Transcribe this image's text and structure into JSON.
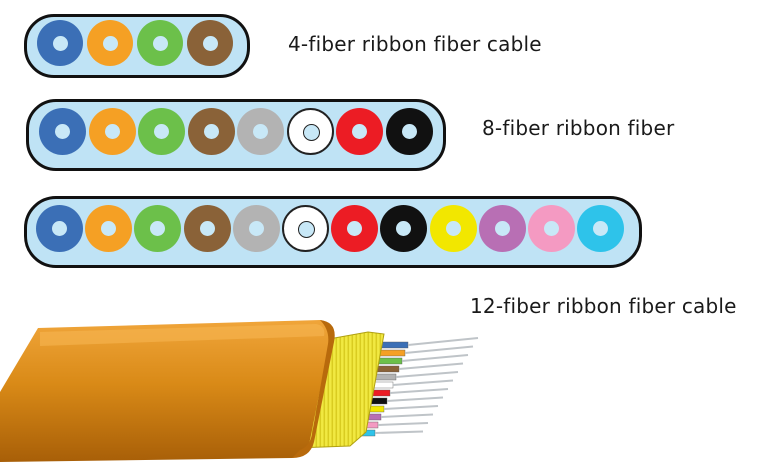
{
  "colors": {
    "jacket": "#bfe3f5",
    "fibers": [
      "#3b6fb6",
      "#f5a024",
      "#6cc04a",
      "#8a6238",
      "#b3b3b3",
      "#ffffff",
      "#ec1c24",
      "#111111",
      "#f2e700",
      "#b86fb4",
      "#f49ac2",
      "#2ec3ea"
    ],
    "cable_jacket": "#d98a17",
    "aramid_yarn": "#f3ea3a"
  },
  "ribbons": [
    {
      "label": "4-fiber ribbon fiber cable",
      "fiber_count": 4
    },
    {
      "label": "8-fiber ribbon fiber",
      "fiber_count": 8
    },
    {
      "label": "12-fiber ribbon fiber cable",
      "fiber_count": 12
    }
  ]
}
